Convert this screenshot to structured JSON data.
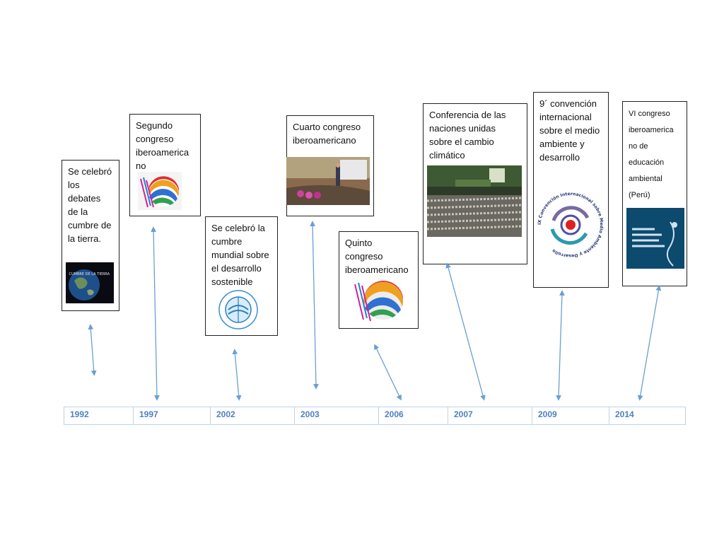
{
  "events": [
    {
      "id": "e1992",
      "text": "Se celebró los debates de la cumbre de la tierra.",
      "image": "earth-photo",
      "image_caption": "CUMBRE DE LA TIERRA"
    },
    {
      "id": "e1997",
      "text": "Segundo congreso iberoamerica no",
      "image": "congress-ball-logo"
    },
    {
      "id": "e2002",
      "text": "Se celebró la cumbre mundial sobre el desarrollo sostenible",
      "image": "summit-globe-logo"
    },
    {
      "id": "e2003",
      "text": "Cuarto congreso iberoamericano",
      "image": "conference-room-photo"
    },
    {
      "id": "e2006",
      "text": "Quinto congreso iberoamericano",
      "image": "congress-ball-logo"
    },
    {
      "id": "e2007",
      "text": "Conferencia de las naciones unidas sobre el cambio climático",
      "image": "un-hall-photo"
    },
    {
      "id": "e2009",
      "text": "9´ convención internacional sobre el medio ambiente y desarrollo",
      "image": "convention-seal-logo",
      "seal_text": "IX Convención Internacional sobre Medio Ambiente y Desarrollo"
    },
    {
      "id": "e2014",
      "text": "VI congreso iberoamerica no de educación ambiental (Perú)",
      "image": "education-congress-banner"
    }
  ],
  "timeline": {
    "years": [
      "1992",
      "1997",
      "2002",
      "2003",
      "2006",
      "2007",
      "2009",
      "2014"
    ],
    "line_color": "#4f81bd",
    "arrow_color": "#6a9fd0"
  }
}
